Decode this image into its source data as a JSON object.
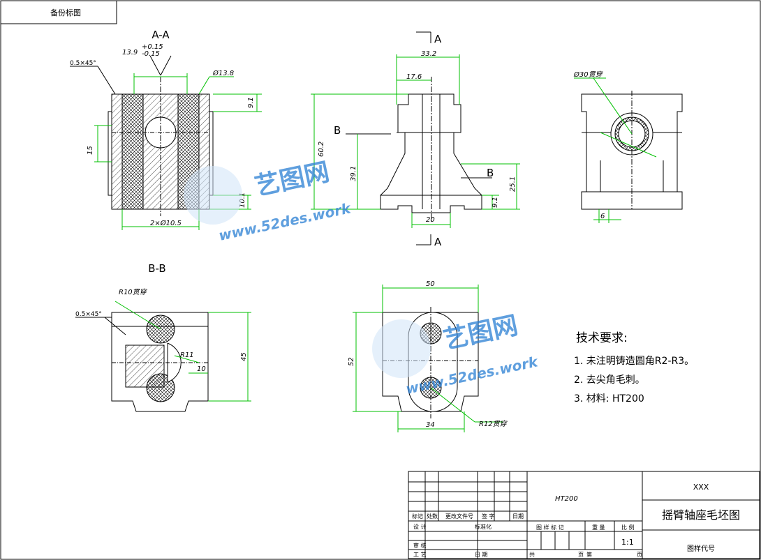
{
  "corner_label": "备份标图",
  "views": {
    "section_aa_title": "A-A",
    "section_bb_title": "B-B",
    "cut_marker": "A",
    "cut_marker_b": "B"
  },
  "dims_aa": {
    "chamfer": "0.5×45°",
    "width_tol": "13.9",
    "tol_plus": "+0.15",
    "tol_minus": "-0.15",
    "dia_top": "Ø13.8",
    "d91": "9.1",
    "d15": "15",
    "d101": "10.1",
    "holes": "2×Ø10.5"
  },
  "dims_front": {
    "w332": "33.2",
    "w176": "17.6",
    "h602": "60.2",
    "h391": "39.1",
    "h91": "9.1",
    "h251": "25.1",
    "w20": "20"
  },
  "dims_side": {
    "dia30": "Ø30贯穿",
    "w6": "6"
  },
  "dims_bb": {
    "r10": "R10贯穿",
    "chamfer": "0.5×45°",
    "r11": "R11",
    "d10": "10",
    "h45": "45"
  },
  "dims_top": {
    "w50": "50",
    "h52": "52",
    "w34": "34",
    "r12": "R12贯穿"
  },
  "tech": {
    "title": "技术要求:",
    "items": [
      "1. 未注明铸造圆角R2-R3。",
      "2. 去尖角毛刺。",
      "3. 材料: HT200"
    ]
  },
  "watermark": {
    "name": "艺图网",
    "url": "www.52des.work"
  },
  "title_block": {
    "material": "HT200",
    "company": "XXX",
    "part_name": "摇臂轴座毛坯图",
    "scale": "1:1",
    "drawing_code": "图样代号",
    "hdr_mark": "标记",
    "hdr_count": "处数",
    "hdr_doc": "更改文件号",
    "hdr_sign": "签 字",
    "hdr_date": "日期",
    "design": "设 计",
    "standard": "标准化",
    "stage": "图 样 标 记",
    "weight": "重 量",
    "ratio": "比 例",
    "review": "审 核",
    "process": "工 艺",
    "date": "日 期",
    "total": "共",
    "sheets": "页",
    "sheet": "第",
    "page": "页"
  }
}
